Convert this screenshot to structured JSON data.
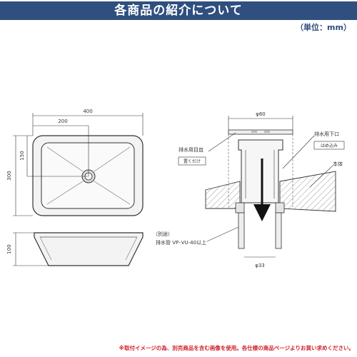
{
  "header": {
    "title": "各商品の紹介について",
    "unit": "（単位：mm）"
  },
  "basin": {
    "dim_width": "400",
    "dim_half_width": "200",
    "dim_depth": "300",
    "dim_half_depth": "150",
    "dim_height": "100"
  },
  "drain": {
    "dim_top": "φ60",
    "dim_bottom": "φ33",
    "label_cap": "排水用目皿",
    "label_cap_note": "置くだけ",
    "label_lower": "排水用下口",
    "label_lower_note": "はめ込み",
    "label_body": "本体",
    "label_separate": "（別途）",
    "label_pipe": "排水管 VP･VU-40以上"
  },
  "footer": {
    "note": "※取付イメージの為、別売商品を含む画像を使用。各仕様の商品ページよりお買い求めください。"
  }
}
